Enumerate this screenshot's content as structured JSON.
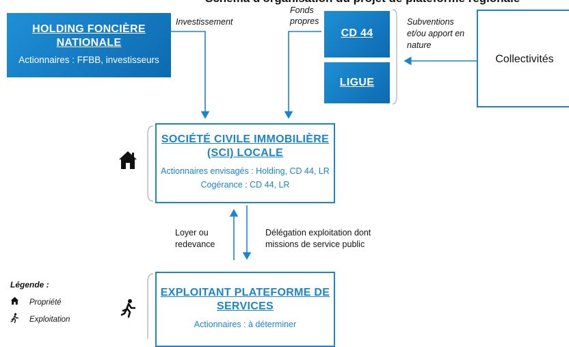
{
  "top_heading": "Schéma d'organisation du projet de plateforme régionale",
  "holding": {
    "title_line1": "HOLDING FONCIÈRE",
    "title_line2": "NATIONALE",
    "subtitle": "Actionnaires : FFBB, investisseurs"
  },
  "label_investissement": "Investissement",
  "label_fonds_line1": "Fonds",
  "label_fonds_line2": "propres",
  "cd44": {
    "title": "CD 44"
  },
  "ligue": {
    "title": "LIGUE"
  },
  "label_subventions_line1": "Subventions",
  "label_subventions_line2": "et/ou apport en",
  "label_subventions_line3": "nature",
  "collectivites": {
    "title": "Collectivités"
  },
  "sci": {
    "title_line1": "SOCIÉTÉ CIVILE IMMOBILIÈRE",
    "title_line2": "(SCI) LOCALE",
    "line1": "Actionnaires envisagés : Holding, CD 44, LR",
    "line2": "Cogérance : CD 44, LR"
  },
  "label_loyer_line1": "Loyer ou",
  "label_loyer_line2": "redevance",
  "label_delegation_line1": "Délégation exploitation dont",
  "label_delegation_line2": "missions de service public",
  "exploitant": {
    "title_line1": "EXPLOITANT PLATEFORME DE",
    "title_line2": "SERVICES",
    "line1": "Actionnaires : à déterminer"
  },
  "legend": {
    "title": "Légende :",
    "items": [
      {
        "icon": "house-icon",
        "label": "Propriété"
      },
      {
        "icon": "runner-icon",
        "label": "Exploitation"
      }
    ]
  },
  "colors": {
    "accent": "#1a84cf",
    "box_fill": "#0d6ab0"
  }
}
